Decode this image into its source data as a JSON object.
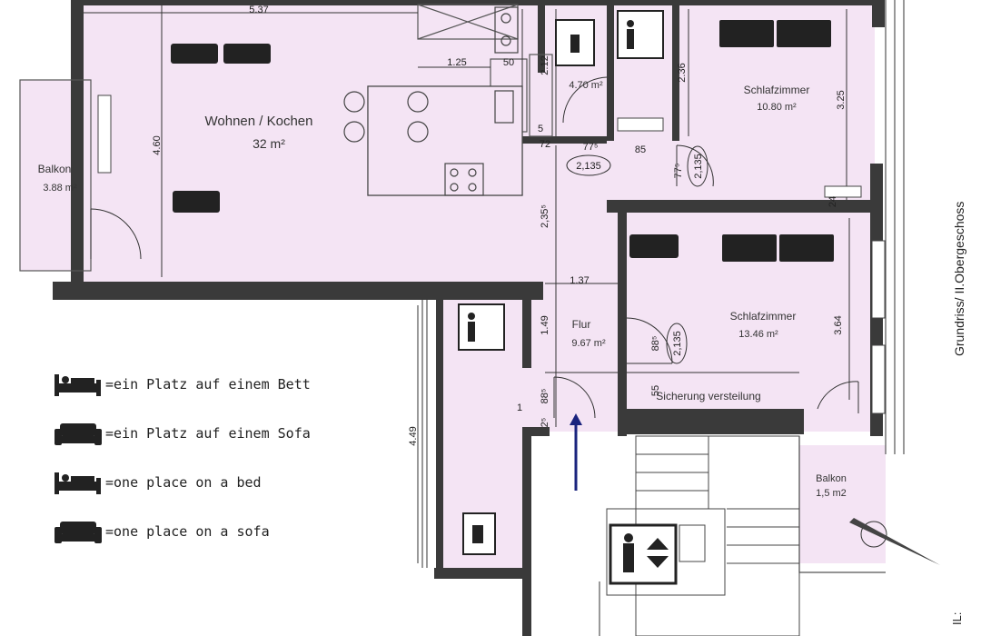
{
  "rooms": {
    "living": {
      "name": "Wohnen / Kochen",
      "area": "32  m²"
    },
    "balcony_west": {
      "name": "Balkon",
      "area": "3.88 m²"
    },
    "bathroom_top": {
      "area": "4.70 m²"
    },
    "bedroom_1": {
      "name": "Schlafzimmer",
      "area": "10.80 m²"
    },
    "bedroom_2": {
      "name": "Schlafzimmer",
      "area": "13.46 m²"
    },
    "hallway": {
      "name": "Flur",
      "area": "9.67 m²"
    },
    "balcony_east": {
      "name": "Balkon",
      "area": "1,5 m2"
    },
    "fuse_box": {
      "label": "Sicherung versteilung"
    }
  },
  "dimensions": {
    "living_width": "5.37",
    "living_depth": "4.60",
    "counter": "1.25",
    "counter_small": "50",
    "bath_width": "2.12",
    "bed1_left": "2.36",
    "bed1_right": "3.25",
    "d72": "72",
    "d775a": "77⁵",
    "d85": "85",
    "d775b": "77⁵",
    "d2135a": "2,135",
    "d2135b": "2,135",
    "d2135c": "2,135",
    "d2355": "2,35⁵",
    "d24": "24",
    "d137": "1.37",
    "d149": "1.49",
    "d364": "3.64",
    "d885a": "88⁵",
    "d885b": "88⁵",
    "d55": "55",
    "d449": "4.49",
    "d1": "1",
    "d25": "2⁵",
    "d5": "5"
  },
  "legend": [
    {
      "icon": "bed-icon",
      "text": "=ein Platz auf einem Bett"
    },
    {
      "icon": "sofa-icon",
      "text": "=ein Platz auf einem Sofa"
    },
    {
      "icon": "bed-icon",
      "text": "=one place on a bed"
    },
    {
      "icon": "sofa-icon",
      "text": "=one place on a sofa"
    }
  ],
  "title_vertical": "Grundriss/ II.Obergeschoss",
  "corner_label": "IL:",
  "colors": {
    "room_fill": "#f4e4f4",
    "wall": "#3a3a3a",
    "arrow": "#1a237e"
  }
}
